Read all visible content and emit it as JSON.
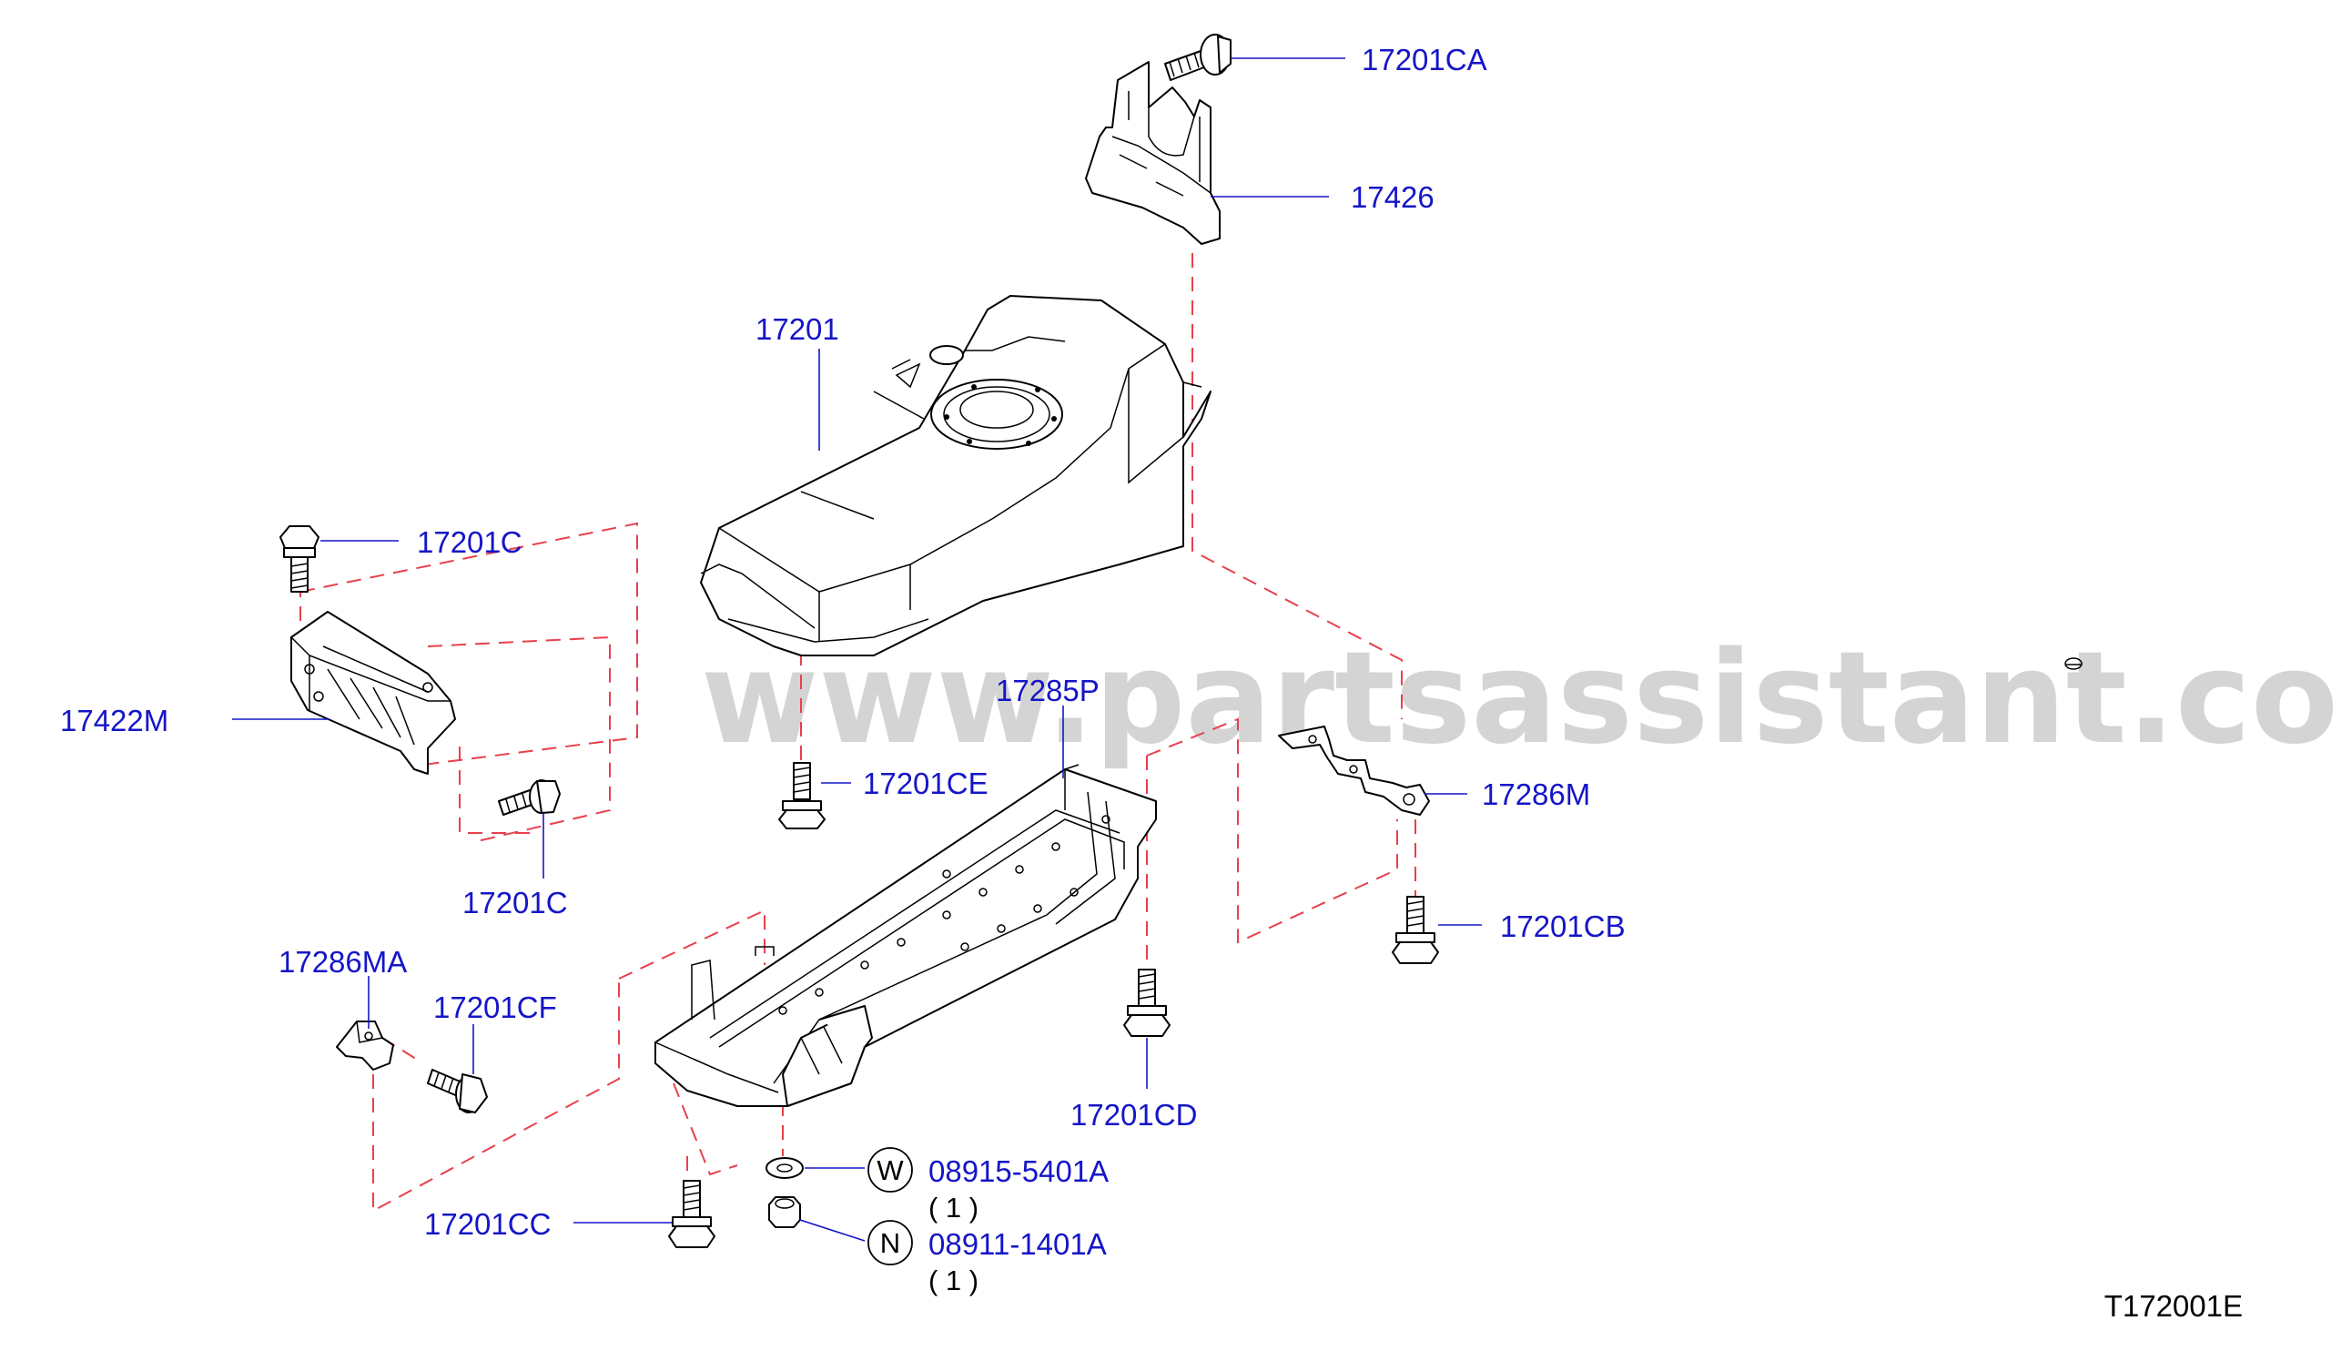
{
  "diagram_code": "T172001E",
  "watermark": "www.partsassistant.com",
  "colors": {
    "label": "#1515c8",
    "leader": "#1515c8",
    "dashed": "#e8404c",
    "line": "#000000",
    "watermark": "#d4d4d4"
  },
  "parts": [
    {
      "id": "p17201CA",
      "label": "17201CA"
    },
    {
      "id": "p17426",
      "label": "17426"
    },
    {
      "id": "p17201",
      "label": "17201"
    },
    {
      "id": "p17201C_top",
      "label": "17201C"
    },
    {
      "id": "p17422M",
      "label": "17422M"
    },
    {
      "id": "p17201C_bot",
      "label": "17201C"
    },
    {
      "id": "p17201CE",
      "label": "17201CE"
    },
    {
      "id": "p17285P",
      "label": "17285P"
    },
    {
      "id": "p17286M",
      "label": "17286M"
    },
    {
      "id": "p17201CB",
      "label": "17201CB"
    },
    {
      "id": "p17286MA",
      "label": "17286MA"
    },
    {
      "id": "p17201CF",
      "label": "17201CF"
    },
    {
      "id": "p17201CD",
      "label": "17201CD"
    },
    {
      "id": "p17201CC",
      "label": "17201CC"
    },
    {
      "id": "p08915",
      "label": "08915-5401A",
      "symbol": "W",
      "qty": "( 1 )"
    },
    {
      "id": "p08911",
      "label": "08911-1401A",
      "symbol": "N",
      "qty": "( 1 )"
    }
  ]
}
